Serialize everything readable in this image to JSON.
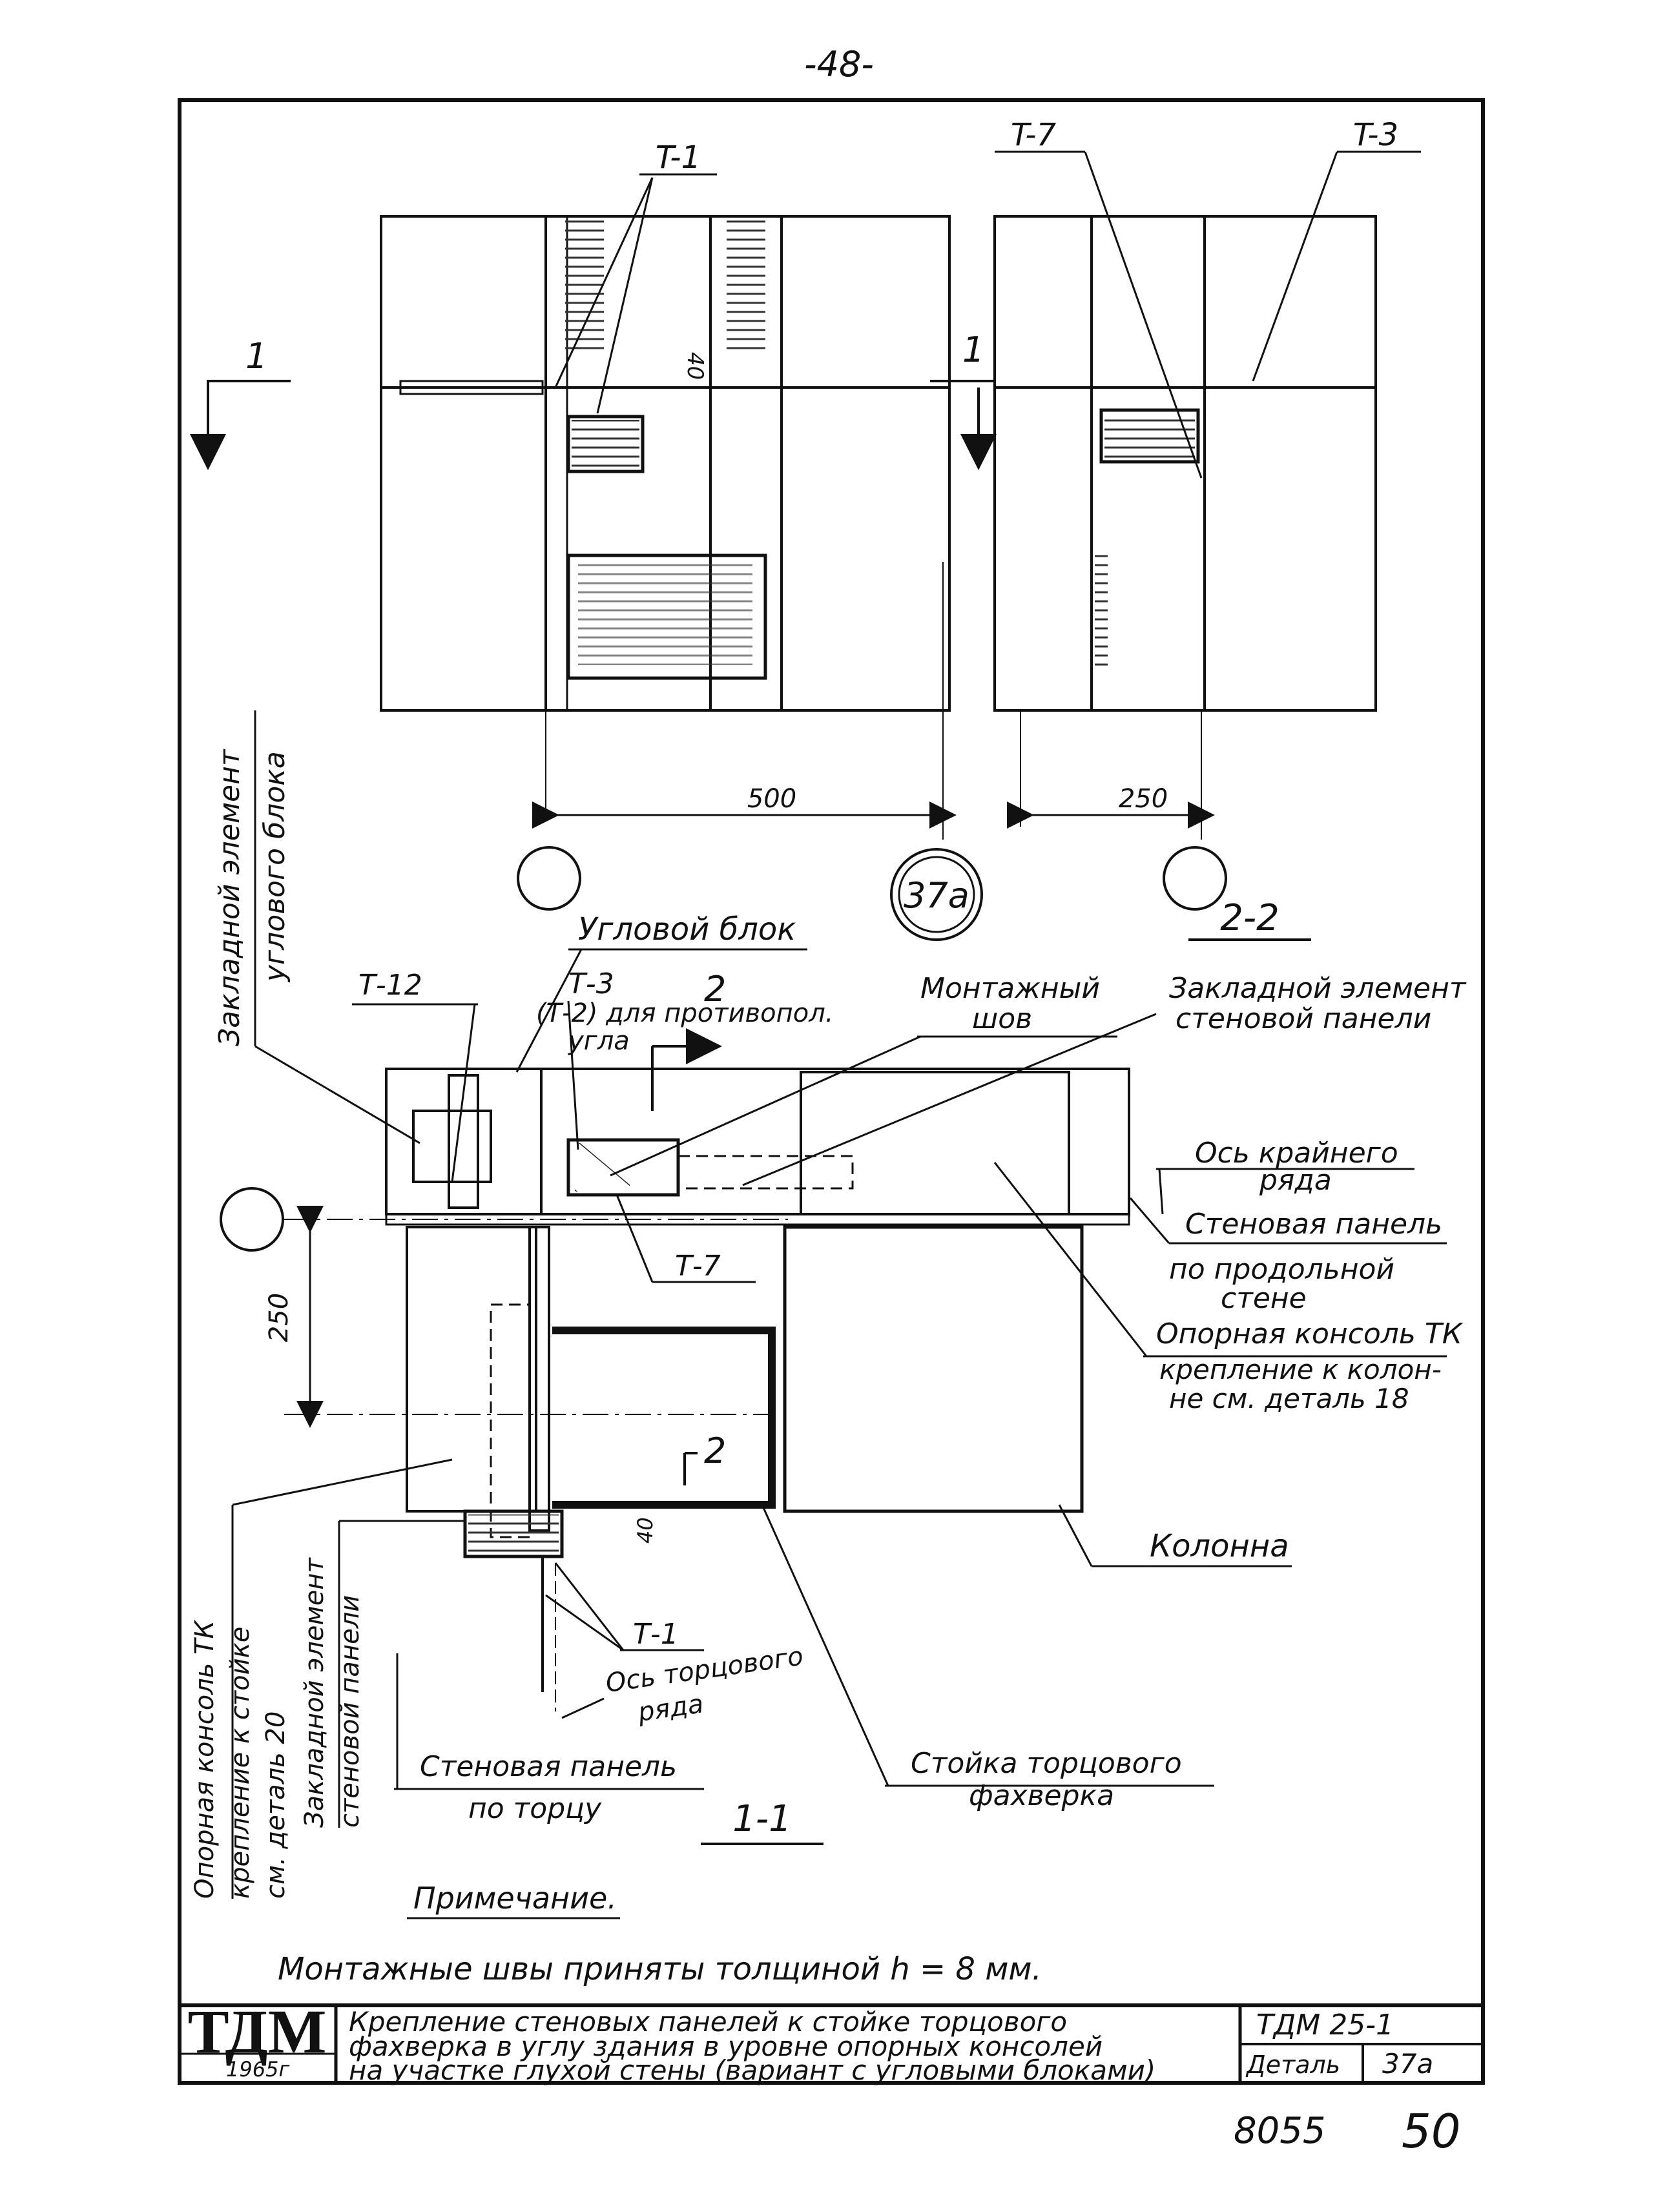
{
  "page_number": "-48-",
  "views": {
    "top_left": {
      "callout": "T-1",
      "dim_40": "40",
      "width_dim": "500",
      "section_mark": "1"
    },
    "top_right": {
      "callout_left": "T-7",
      "callout_right": "T-3",
      "width_dim": "250",
      "section_mark": "1",
      "section_title": "2-2"
    },
    "detail_circle": "37a"
  },
  "plan": {
    "corner_block": "Угловой блок",
    "t12": "Т-12",
    "t3": "Т-3",
    "t3_note_line1": "(Т-2) для противопол.",
    "t3_note_line2": "угла",
    "section_mark_2": "2",
    "mount_seam_line1": "Монтажный",
    "mount_seam_line2": "шов",
    "embed_wall_line1": "Закладной элемент",
    "embed_wall_line2": "стеновой панели",
    "outer_axis_line1": "Ось крайнего",
    "outer_axis_line2": "ряда",
    "wall_panel_long_line1": "Стеновая панель",
    "wall_panel_long_line2": "по продольной",
    "wall_panel_long_line3": "стене",
    "support_console_line1": "Опорная консоль ТК",
    "support_console_line2": "крепление к колон-",
    "support_console_line3": "не см. деталь 18",
    "t7": "Т-7",
    "dim_250": "250",
    "dim_40": "40",
    "t1": "Т-1",
    "column": "Колонна",
    "end_axis_line1": "Ось торцового",
    "end_axis_line2": "ряда",
    "end_post_line1": "Стойка торцового",
    "end_post_line2": "фахверка",
    "wall_panel_end_line1": "Стеновая панель",
    "wall_panel_end_line2": "по торцу",
    "section_title": "1-1",
    "vert_embed_corner_line1": "Закладной элемент",
    "vert_embed_corner_line2": "углового блока",
    "vert_console_line1": "Опорная консоль ТК",
    "vert_console_line2": "крепление к стойке",
    "vert_console_line3": "см. деталь 20",
    "vert_embed_wall_line1": "Закладной элемент",
    "vert_embed_wall_line2": "стеновой панели"
  },
  "note": {
    "heading": "Примечание.",
    "text": "Монтажные швы приняты толщиной h = 8 мм."
  },
  "title_block": {
    "logo": "ТДМ",
    "year": "1965г",
    "title_line1": "Крепление стеновых панелей к стойке торцового",
    "title_line2": "фахверка в углу здания в уровне опорных консолей",
    "title_line3": "на участке глухой стены (вариант с угловыми блоками)",
    "series": "ТДМ 25-1",
    "detail_label": "Деталь",
    "detail_value": "37а"
  },
  "footer": {
    "left_number": "8055",
    "right_number": "50"
  }
}
